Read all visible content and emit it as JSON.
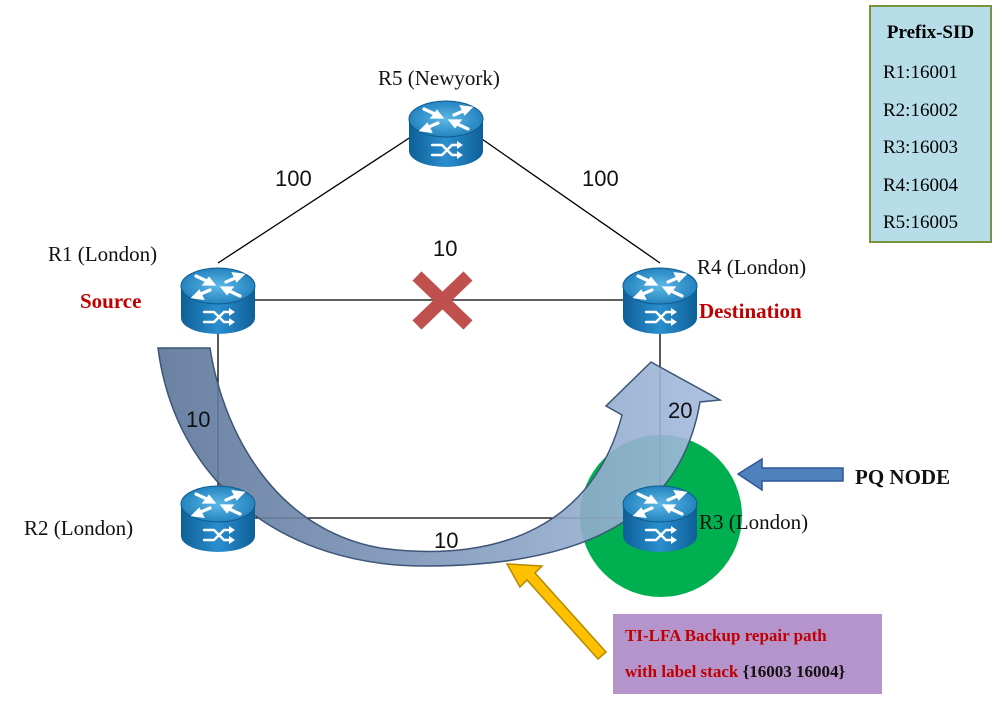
{
  "routers": {
    "r1": {
      "name": "R1 (London)",
      "role": "Source"
    },
    "r2": {
      "name": "R2 (London)"
    },
    "r3": {
      "name": "R3 (London)"
    },
    "r4": {
      "name": "R4 (London)",
      "role": "Destination"
    },
    "r5": {
      "name": "R5 (Newyork)"
    }
  },
  "links": {
    "r1_r5": "100",
    "r5_r4": "100",
    "r1_r4": "10",
    "r1_r2": "10",
    "r2_r3": "10",
    "r3_r4": "20"
  },
  "prefix_sid": {
    "title": "Prefix-SID",
    "entries": [
      "R1:16001",
      "R2:16002",
      "R3:16003",
      "R4:16004",
      "R5:16005"
    ]
  },
  "pq_node_label": "PQ NODE",
  "backup_path": {
    "line1": "TI-LFA Backup repair path",
    "line2": "with label stack",
    "label_stack": "{16003 16004}"
  },
  "colors": {
    "router_body": "#1f78b4",
    "failed_link_x": "#c0504d",
    "pq_node_circle": "#00b050",
    "role_text": "#c00000",
    "repair_arrow": "#6f89b1",
    "pq_arrow": "#4f81bd",
    "backup_arrow": "#ffc000",
    "prefix_box_fill": "#b7dde8",
    "backup_box_fill": "#b594cc"
  },
  "icons": {
    "router": "router-icon",
    "failure": "x-mark-icon"
  }
}
